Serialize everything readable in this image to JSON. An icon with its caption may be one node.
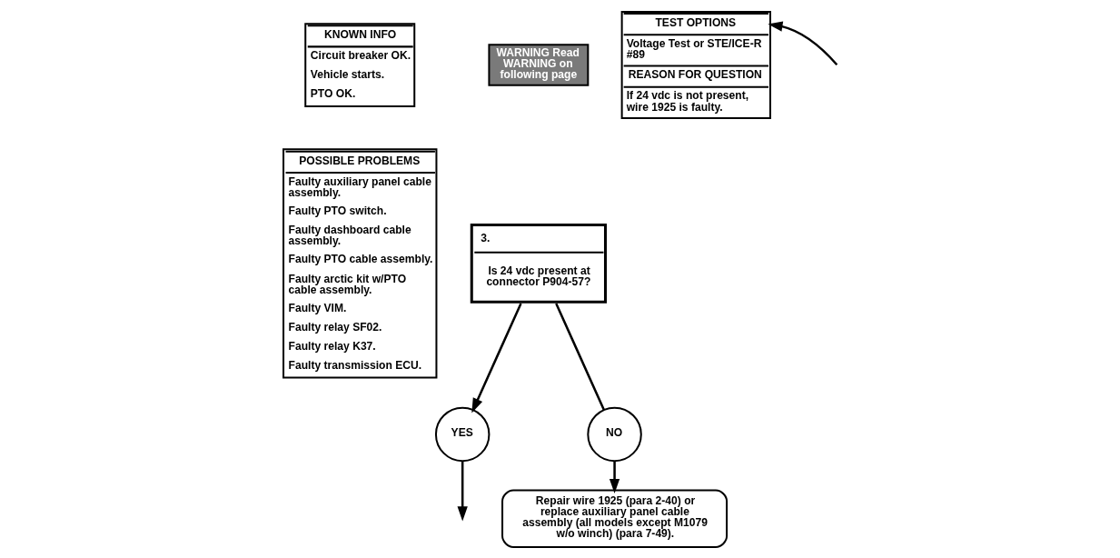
{
  "diagram": {
    "nodes": [
      {
        "text": [
          "KNOWN INFO",
          "Circuit breaker OK.",
          "Vehicle starts.",
          "PTO OK."
        ]
      },
      {
        "text": [
          "POSSIBLE PROBLEMS",
          "Faulty auxiliary panel cable assembly.",
          "Faulty PTO switch.",
          "Faulty dashboard cable assembly.",
          "Faulty PTO cable assembly.",
          "Faulty arctic kit w/PTO cable assembly.",
          "Faulty VIM.",
          "Faulty relay SF02.",
          "Faulty relay K37.",
          "Faulty transmission ECU."
        ]
      },
      {
        "text": [
          "WARNING Read WARNING on following page"
        ]
      },
      {
        "text": [
          "3.",
          "Is 24 vdc present at connector P904-57?"
        ]
      },
      {
        "text": [
          "TEST OPTIONS",
          "Voltage Test or STE/ICE-R #89",
          "REASON FOR QUESTION",
          "If 24 vdc is not present, wire 1925 is faulty."
        ]
      },
      {
        "text": [
          "NO"
        ]
      },
      {
        "text": [
          "YES"
        ]
      },
      {
        "text": [
          "Repair wire 1925 (para 2-40) or replace auxiliary panel cable assembly (all models except M1079 w/o winch) (para 7-49)."
        ]
      }
    ],
    "edges": [
      {
        "from": 3,
        "to": 6,
        "arrow": "to"
      },
      {
        "from": 3,
        "to": 5,
        "arrow": "none"
      },
      {
        "from": 5,
        "to": 7,
        "arrow": "to"
      },
      {
        "from": 6,
        "to": null,
        "arrow": "to"
      },
      {
        "from": null,
        "to": 4,
        "arrow": "to"
      }
    ]
  }
}
